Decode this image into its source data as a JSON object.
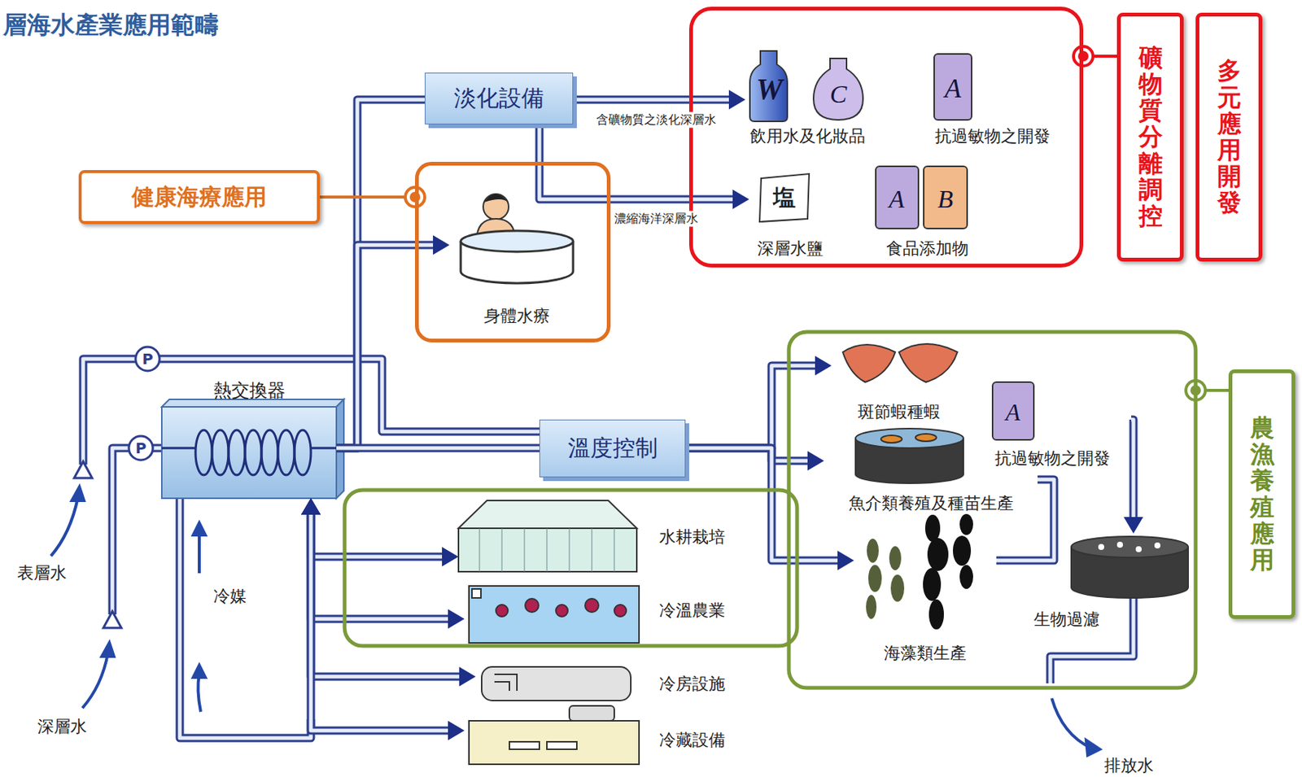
{
  "diagram": {
    "title": "層海水產業應用範疇",
    "nodes": [
      {
        "text": [
          "淡化設備"
        ]
      },
      {
        "text": []
      },
      {
        "text": [
          "飲用水及化妝品"
        ],
        "in": 1
      },
      {
        "text": [
          "抗過敏物之開發"
        ],
        "in": 1
      },
      {
        "text": [
          "深層水鹽"
        ],
        "in": 1
      },
      {
        "text": [
          "食品添加物"
        ],
        "in": 1
      },
      {
        "text": [
          "礦物質分離調控"
        ]
      },
      {
        "text": [
          "多元應用開發"
        ]
      },
      {
        "text": [
          "健康海療應用"
        ]
      },
      {
        "text": []
      },
      {
        "text": [
          "身體水療"
        ],
        "in": 9
      },
      {
        "text": [
          "熱交換器"
        ]
      },
      {
        "text": [
          "溫度控制"
        ]
      },
      {
        "text": []
      },
      {
        "text": [
          "斑節蝦種蝦"
        ],
        "in": 13
      },
      {
        "text": [
          "抗過敏物之開發"
        ],
        "in": 13
      },
      {
        "text": [
          "魚介類養殖及種苗生產"
        ],
        "in": 13
      },
      {
        "text": [
          "海藻類生產"
        ],
        "in": 13
      },
      {
        "text": [
          "生物過濾"
        ],
        "in": 13
      },
      {
        "text": [
          "水耕栽培"
        ],
        "in": 13
      },
      {
        "text": [
          "冷溫農業"
        ],
        "in": 13
      },
      {
        "text": [
          "冷房設施"
        ]
      },
      {
        "text": [
          "冷藏設備"
        ]
      },
      {
        "text": [
          "農漁養殖應用"
        ]
      }
    ],
    "edges": [
      {
        "from": 11,
        "to": 0,
        "arrow": "none"
      },
      {
        "from": 11,
        "to": 10,
        "arrow": "to"
      },
      {
        "from": 0,
        "to": 2,
        "arrow": "to",
        "label": "含礦物質之淡化深層水"
      },
      {
        "from": 0,
        "to": 4,
        "arrow": "to",
        "label": "濃縮海洋深層水"
      },
      {
        "from": 1,
        "to": 6,
        "arrow": "none"
      },
      {
        "from": 8,
        "to": 9,
        "arrow": "none"
      },
      {
        "from": 11,
        "to": 12,
        "arrow": "none"
      },
      {
        "from": 12,
        "to": 14,
        "arrow": "to"
      },
      {
        "from": 12,
        "to": 16,
        "arrow": "to"
      },
      {
        "from": 12,
        "to": 17,
        "arrow": "to"
      },
      {
        "from": 16,
        "to": 17,
        "arrow": "none"
      },
      {
        "from": 15,
        "to": 18,
        "arrow": "to"
      },
      {
        "from": 11,
        "to": 19,
        "arrow": "both"
      },
      {
        "from": 11,
        "to": 20,
        "arrow": "both"
      },
      {
        "from": 11,
        "to": 21,
        "arrow": "both"
      },
      {
        "from": 11,
        "to": 22,
        "arrow": "both"
      },
      {
        "from": 13,
        "to": 23,
        "arrow": "none"
      }
    ],
    "labels": [
      "表層水",
      "深層水",
      "冷媒",
      "排放水",
      "P",
      "P",
      "W",
      "C",
      "A",
      "塩",
      "A",
      "B",
      "A"
    ]
  }
}
